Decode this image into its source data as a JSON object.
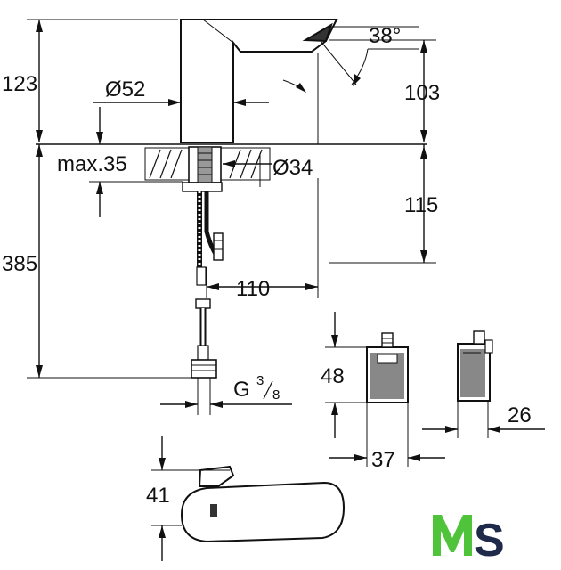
{
  "drawing": {
    "dimensions": {
      "height_top": "123",
      "diameter_body": "Ø52",
      "angle": "38°",
      "height_spout": "103",
      "max_thickness": "max.35",
      "diameter_hole": "Ø34",
      "depth_below": "115",
      "total_length": "385",
      "reach": "110",
      "thread_g": "G",
      "thread_num": "3",
      "thread_den": "8",
      "box_height": "48",
      "box_width": "37",
      "box_depth": "26",
      "top_view_height": "41"
    }
  },
  "logo": {
    "text": "MS",
    "colors": {
      "m": "#4fc43a",
      "s": "#1f2a4a"
    }
  }
}
